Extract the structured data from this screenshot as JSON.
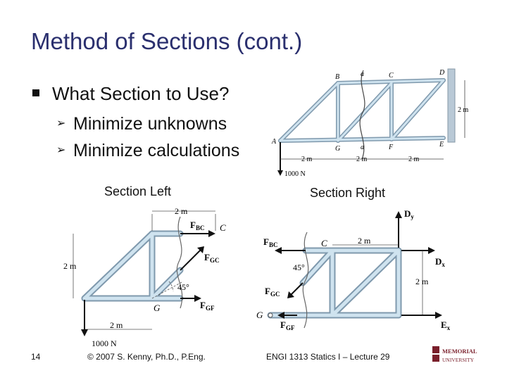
{
  "slide": {
    "title": "Method of Sections (cont.)",
    "bullet": "What Section to Use?",
    "sub_items": [
      "Minimize unknowns",
      "Minimize calculations"
    ],
    "section_left_caption": "Section Left",
    "section_right_caption": "Section Right"
  },
  "top_figure": {
    "labels": {
      "B": "B",
      "a_top": "a",
      "C": "C",
      "D": "D",
      "A": "A",
      "G": "G",
      "a_bot": "a",
      "F": "F",
      "E": "E"
    },
    "dims": {
      "d1": "2 m",
      "d2": "2 m",
      "d3": "2 m",
      "height": "2 m"
    },
    "load": "1000 N"
  },
  "left_figure": {
    "top_dim": "2 m",
    "side_dim": "2 m",
    "bottom_dim": "2 m",
    "force_bc": "F",
    "force_bc_sub": "BC",
    "joint_c": "C",
    "force_gc": "F",
    "force_gc_sub": "GC",
    "angle": "45°",
    "joint_g": "G",
    "force_gf": "F",
    "force_gf_sub": "GF",
    "load": "1000 N"
  },
  "right_figure": {
    "dy": "D",
    "dy_sub": "y",
    "force_bc": "F",
    "force_bc_sub": "BC",
    "joint_c": "C",
    "top_dim": "2 m",
    "dx": "D",
    "dx_sub": "x",
    "angle": "45°",
    "force_gc": "F",
    "force_gc_sub": "GC",
    "side_dim": "2 m",
    "joint_g": "G",
    "force_gf": "F",
    "force_gf_sub": "GF",
    "ex": "E",
    "ex_sub": "x"
  },
  "footer": {
    "page_number": "14",
    "copyright": "© 2007 S. Kenny, Ph.D., P.Eng.",
    "course": "ENGI 1313 Statics I – Lecture 29"
  },
  "logo": {
    "line1": "MEMORIAL",
    "line2": "UNIVERSITY"
  },
  "colors": {
    "title": "#2a2f6e",
    "member_fill": "#cfe3ef",
    "member_stroke": "#7f99ad",
    "force": "#111111"
  }
}
